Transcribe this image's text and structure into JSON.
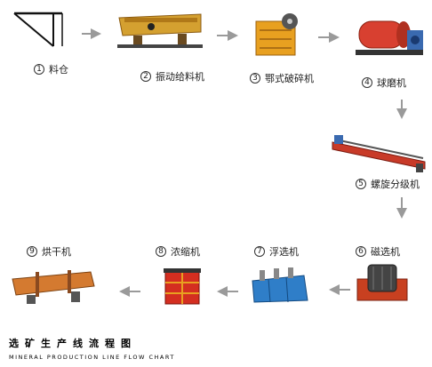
{
  "steps": [
    {
      "num": "1",
      "label": "料仓"
    },
    {
      "num": "2",
      "label": "振动给料机"
    },
    {
      "num": "3",
      "label": "鄂式破碎机"
    },
    {
      "num": "4",
      "label": "球磨机"
    },
    {
      "num": "5",
      "label": "螺旋分级机"
    },
    {
      "num": "6",
      "label": "磁选机"
    },
    {
      "num": "7",
      "label": "浮选机"
    },
    {
      "num": "8",
      "label": "浓缩机"
    },
    {
      "num": "9",
      "label": "烘干机"
    }
  ],
  "footer": {
    "title": "选矿生产线流程图",
    "subtitle": "MINERAL PRODUCTION LINE FLOW CHART"
  },
  "colors": {
    "arrow": "#9a9a9a",
    "accent": "#e05020",
    "machine_orange": "#e8a020",
    "blue": "#3a8ad0"
  }
}
